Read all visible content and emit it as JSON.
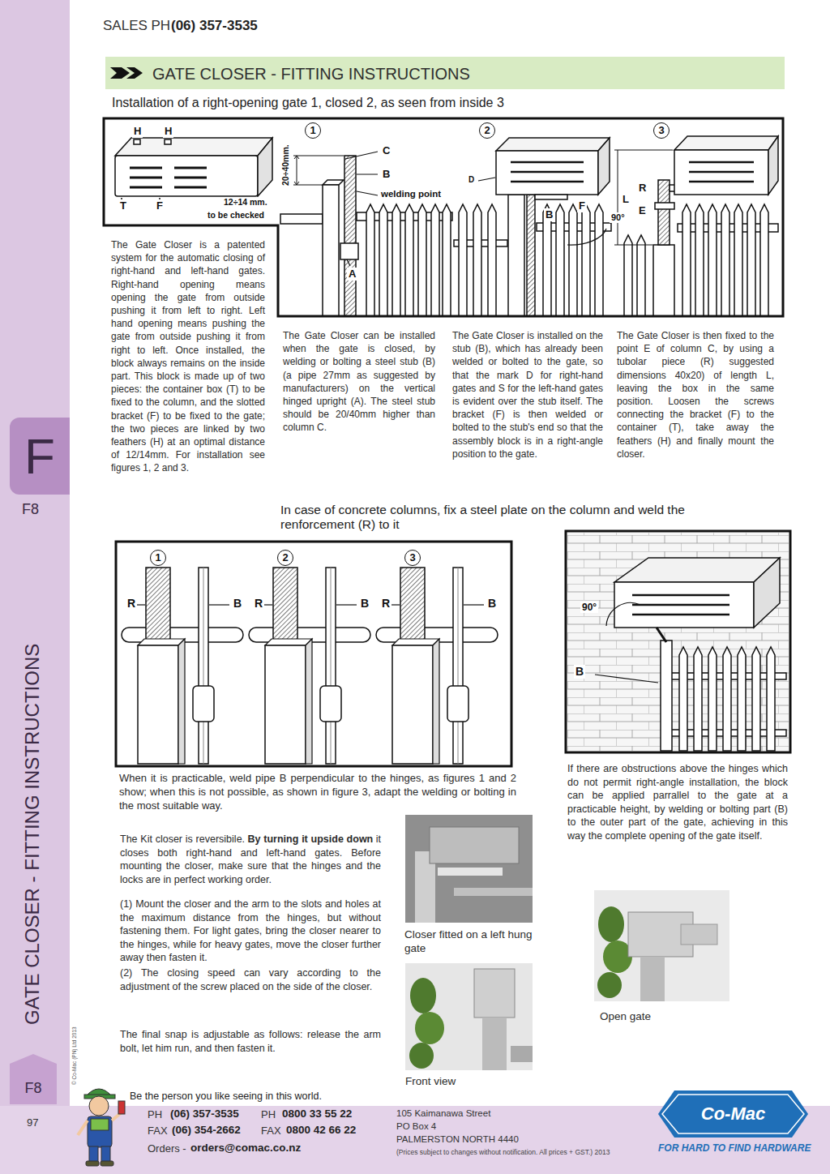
{
  "diagram": {
    "title": "GATE CLOSER - FITTING INSTRUCTIONS",
    "nodes": [
      {
        "text": [
          "F"
        ]
      },
      {
        "text": [
          "F8"
        ]
      },
      {
        "text": [
          "Co-Mac"
        ]
      }
    ],
    "labels": [
      "SALES PH",
      "(06) 357-3535",
      "Installation of a right-opening gate 1, closed 2, as seen from inside 3",
      "H",
      "H",
      "T",
      "F",
      "12÷14 mm.",
      "to be checked",
      "20÷40mm.",
      "1",
      "C",
      "B",
      "welding point",
      "A",
      "2",
      "D",
      "F",
      "B",
      "90°",
      "3",
      "L",
      "R",
      "E",
      "The Gate Closer is a patented system for the automatic closing of right-hand and left-hand gates. Right-hand opening means opening the gate from outside pushing it from left to right. Left hand opening means pushing the gate from outside pushing it from right to left. Once installed, the block always remains on the inside part. This block is made up of two pieces: the container box (T) to be fixed to the column, and the slotted bracket (F) to be fixed to the gate; the two pieces are linked by two feathers (H) at an optimal distance of 12/14mm. For installation see figures 1, 2 and 3.",
      "The Gate Closer can be installed when the gate is closed, by welding or bolting a steel stub (B) (a pipe 27mm as suggested by manufacturers) on the vertical hinged upright (A). The steel stub should be 20/40mm higher than column C.",
      "The Gate Closer is installed on the stub (B), which has already been welded or bolted to the gate, so that the mark D for right-hand gates and S for the left-hand gates is evident over the stub itself. The bracket (F) is then welded or bolted to the stub's end so that the assembly block is in a right-angle position to the gate.",
      "The Gate Closer is then fixed to the point E of column C, by using a tubolar piece (R) suggested dimensions 40x20) of length L, leaving the box in the same position. Loosen the screws connecting the bracket (F) to the container (T), take away the feathers (H) and finally mount the closer.",
      "In case of concrete columns, fix a steel plate on the column and weld the renforcement (R) to it",
      "1",
      "R",
      "B",
      "2",
      "R",
      "B",
      "3",
      "R",
      "B",
      "90°",
      "B",
      "When it is practicable, weld pipe B perpendicular to the hinges, as figures 1 and 2 show; when this is not possible, as shown in figure 3, adapt the welding or bolting in the most suitable way.",
      "If there are obstructions above the hinges which do not permit right-angle installation, the block can be applied parrallel to the gate at a practicable height, by welding or bolting part (B) to the outer part of the gate, achieving in this way the complete opening of the gate itself.",
      "The Kit closer is reversibile.",
      "By turning it upside down",
      "it closes both right-hand and left-hand gates. Before mounting the closer, make sure that the hinges and the locks are in perfect working order.",
      "(1) Mount the closer and the arm to the slots and holes at the maximum distance from the hinges, but without fastening them. For light gates, bring the closer nearer to the hinges, while for heavy gates, move the closer further away then fasten it.",
      "(2) The closing speed can vary according to the adjustment of the screw placed on the side of the closer.",
      "The final snap is adjustable as follows: release the arm bolt, let him run, and then fasten it.",
      "Closer fitted on a left hung gate",
      "Front view",
      "Open gate",
      "GATE CLOSER - FITTING INSTRUCTIONS",
      "F8",
      "© Co-Mac (PN) Ltd 2013",
      "97",
      "Be the person you like seeing in this world.",
      "PH",
      "(06) 357-3535",
      "PH",
      "0800 33 55 22",
      "FAX",
      "(06) 354-2662",
      "FAX",
      "0800 42 66 22",
      "Orders -",
      "orders@comac.co.nz",
      "105 Kaimanawa Street",
      "PO Box 4",
      "PALMERSTON NORTH 4440",
      "(Prices subject to changes without notification. All prices + GST.) 2013",
      "FOR HARD TO FIND HARDWARE"
    ]
  }
}
